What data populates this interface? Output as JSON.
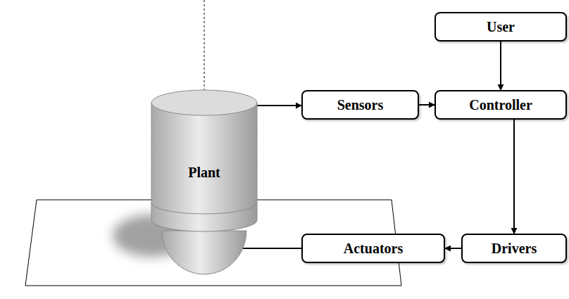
{
  "diagram": {
    "nodes": [
      {
        "text": [
          "Plant"
        ]
      },
      {
        "text": [
          "Sensors"
        ]
      },
      {
        "text": [
          "Controller"
        ]
      },
      {
        "text": [
          "User"
        ]
      },
      {
        "text": [
          "Drivers"
        ]
      },
      {
        "text": [
          "Actuators"
        ]
      }
    ],
    "edges": [
      {
        "from": 0,
        "to": 1,
        "arrow": "to"
      },
      {
        "from": 1,
        "to": 2,
        "arrow": "to"
      },
      {
        "from": 3,
        "to": 2,
        "arrow": "to"
      },
      {
        "from": 2,
        "to": 4,
        "arrow": "to"
      },
      {
        "from": 4,
        "to": 5,
        "arrow": "to"
      },
      {
        "from": 5,
        "to": 0,
        "arrow": "to"
      }
    ]
  }
}
